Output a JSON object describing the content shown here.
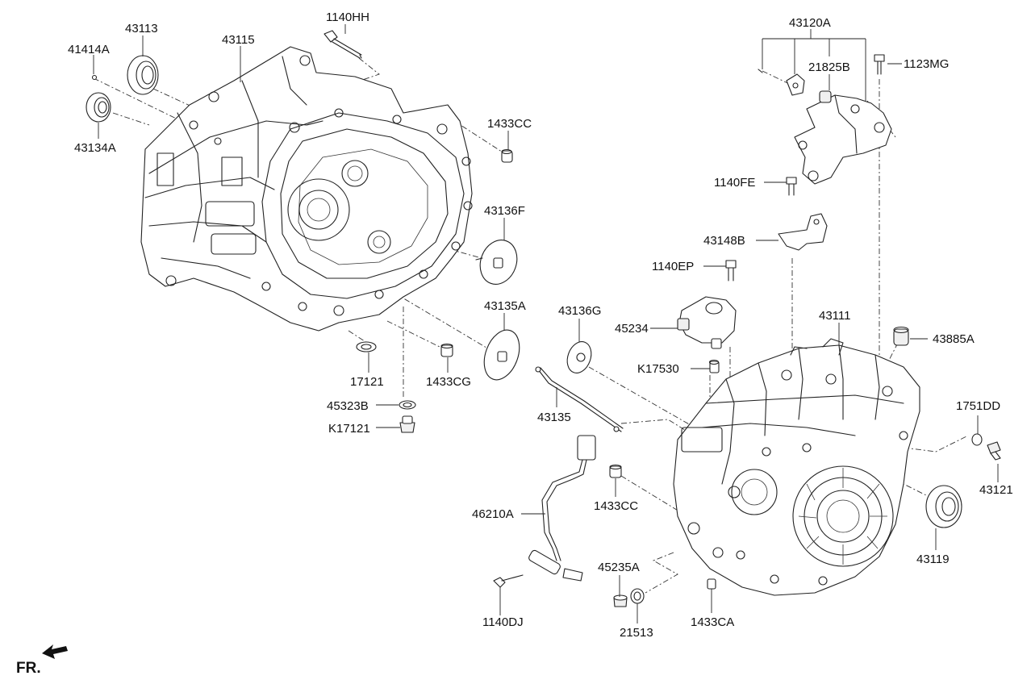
{
  "diagram": {
    "labels": {
      "p41414A": "41414A",
      "p43113": "43113",
      "p43115": "43115",
      "p1140HH": "1140HH",
      "p43134A": "43134A",
      "p1433CC_top": "1433CC",
      "p43136F": "43136F",
      "p43135A": "43135A",
      "p43136G": "43136G",
      "p17121": "17121",
      "p1433CG": "1433CG",
      "p45323B": "45323B",
      "pK17121": "K17121",
      "p43135": "43135",
      "p46210A": "46210A",
      "p1433CC_bottom": "1433CC",
      "p1140DJ": "1140DJ",
      "p45235A": "45235A",
      "p21513": "21513",
      "p1433CA": "1433CA",
      "p43120A": "43120A",
      "p21825B": "21825B",
      "p1123MG": "1123MG",
      "p1140FE": "1140FE",
      "p43148B": "43148B",
      "p1140EP": "1140EP",
      "p45234": "45234",
      "pK17530": "K17530",
      "p43111": "43111",
      "p43885A": "43885A",
      "p1751DD": "1751DD",
      "p43121": "43121",
      "p43119": "43119"
    },
    "direction_label": "FR."
  },
  "colors": {
    "ink": "#222222",
    "background": "#ffffff"
  }
}
